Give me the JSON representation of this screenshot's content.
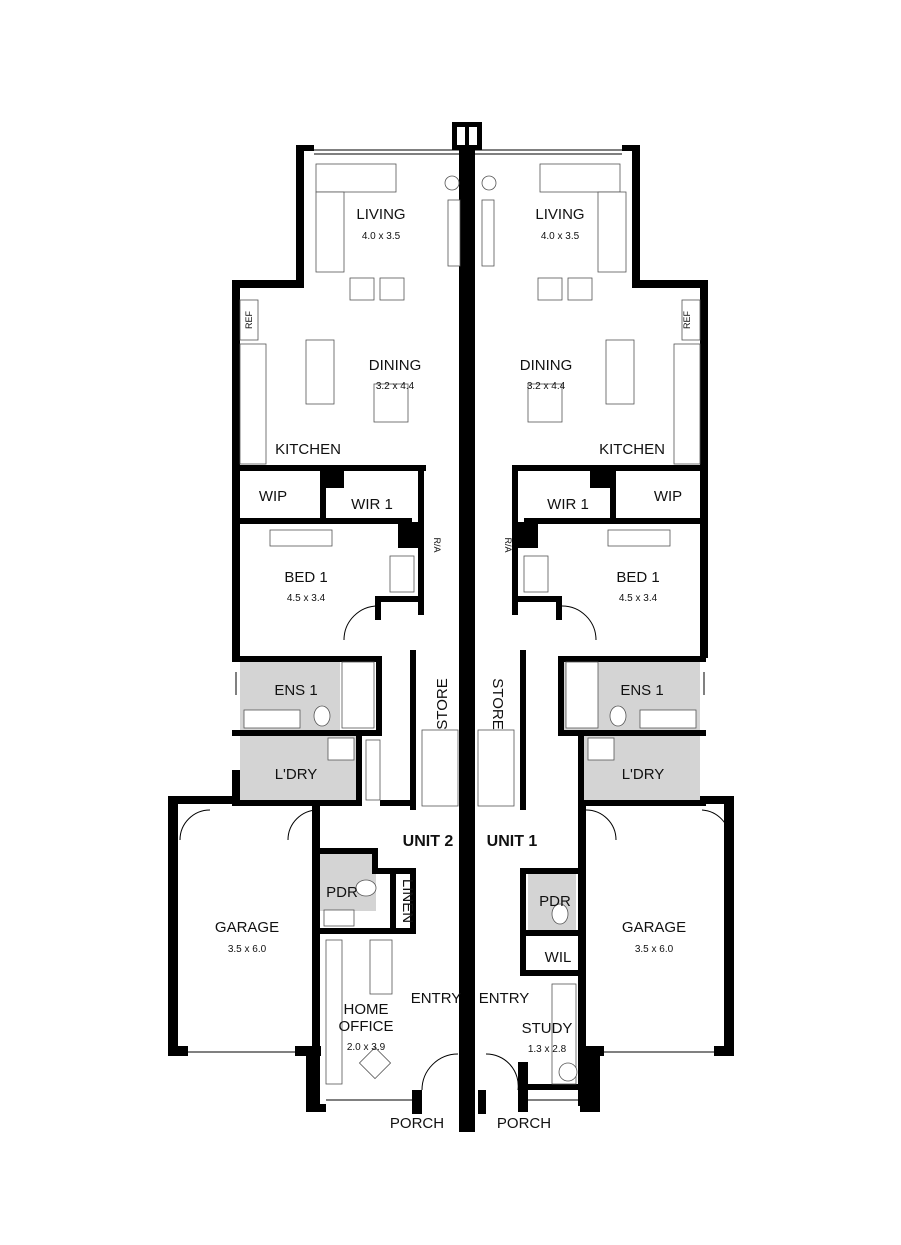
{
  "unit_left": {
    "name": "UNIT 2",
    "living": {
      "label": "LIVING",
      "dim": "4.0 x 3.5"
    },
    "dining": {
      "label": "DINING",
      "dim": "3.2 x 4.4"
    },
    "kitchen": "KITCHEN",
    "ref": "REF",
    "wip": "WIP",
    "wir": "WIR 1",
    "ra": "R/A",
    "bed": {
      "label": "BED 1",
      "dim": "4.5 x 3.4"
    },
    "ens": "ENS 1",
    "laundry": "L'DRY",
    "store": "STORE",
    "garage": {
      "label": "GARAGE",
      "dim": "3.5 x 6.0"
    },
    "pdr": "PDR",
    "linen": "LINEN",
    "office_line1": "HOME",
    "office_line2": "OFFICE",
    "office_dim": "2.0 x 3.9",
    "entry": "ENTRY",
    "porch": "PORCH"
  },
  "unit_right": {
    "name": "UNIT 1",
    "living": {
      "label": "LIVING",
      "dim": "4.0 x 3.5"
    },
    "dining": {
      "label": "DINING",
      "dim": "3.2 x 4.4"
    },
    "kitchen": "KITCHEN",
    "ref": "REF",
    "wip": "WIP",
    "wir": "WIR 1",
    "ra": "R/A",
    "bed": {
      "label": "BED 1",
      "dim": "4.5 x 3.4"
    },
    "ens": "ENS 1",
    "laundry": "L'DRY",
    "store": "STORE",
    "garage": {
      "label": "GARAGE",
      "dim": "3.5 x 6.0"
    },
    "pdr": "PDR",
    "wil": "WIL",
    "study": {
      "label": "STUDY",
      "dim": "1.3 x 2.8"
    },
    "entry": "ENTRY",
    "porch": "PORCH"
  }
}
